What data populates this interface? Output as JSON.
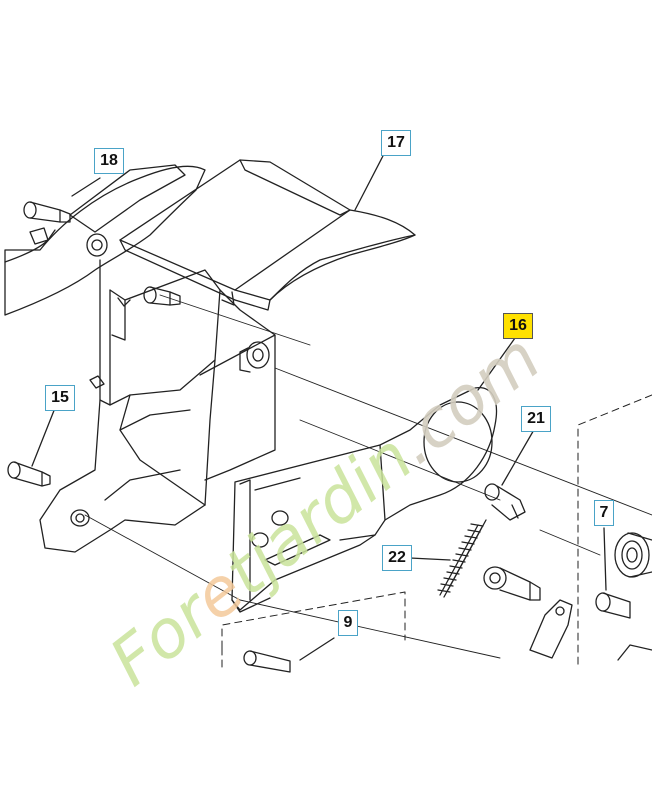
{
  "callouts": {
    "c18": "18",
    "c17": "17",
    "c16": "16",
    "c15": "15",
    "c21": "21",
    "c7": "7",
    "c22": "22",
    "c9": "9"
  },
  "highlighted_part": "16",
  "watermark": {
    "text_green_1": "For",
    "text_orange": "e",
    "text_green_2": "tjardin",
    "text_gray": ".com"
  },
  "colors": {
    "line": "#222222",
    "callout_border": "#4aa3c7",
    "highlight_fill": "#ffe100",
    "watermark_green": "#c9e39a",
    "watermark_orange": "#f3c99a",
    "watermark_gray": "#d3cdbf"
  }
}
